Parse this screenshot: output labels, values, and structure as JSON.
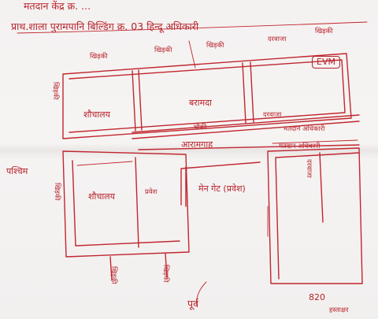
{
  "header": {
    "line1": "मतदान केंद्र क्र. ... ",
    "line2": "प्राथ.शाला पुरामपानि बिल्डिंग क्र. 03 हिन्दू अधिकारी"
  },
  "rooms": {
    "top_left": "शौचालय",
    "top_mid": "बरामदा",
    "bottom_left": "शौचालय",
    "corridor": "आरामगाह",
    "bottom_small": "प्रवेश",
    "main_gate": "मेन गेट (प्रवेश)"
  },
  "labels": {
    "evm": "EVM",
    "door_top_1": "खिड़की",
    "door_top_2": "खिड़की",
    "door_top_3": "खिड़की",
    "door_top_4": "दरवाजा",
    "door_top_5": "खिड़की",
    "left_upper": "खिड़की",
    "left_lower": "खिड़की",
    "west": "पश्चिम",
    "inner_1": "चौकी",
    "inner_2": "मतदान अधिकारी",
    "right_upper": "मतदान अधिकारी",
    "right_vert": "दरवाजा",
    "top_mid_strip": "दरवाजा",
    "bottom_1": "खिड़की",
    "bottom_2": "खिड़की",
    "east": "पूर्व",
    "page_no": "820",
    "signature": "हस्ताक्षर"
  },
  "ink_color": "#c0262e"
}
